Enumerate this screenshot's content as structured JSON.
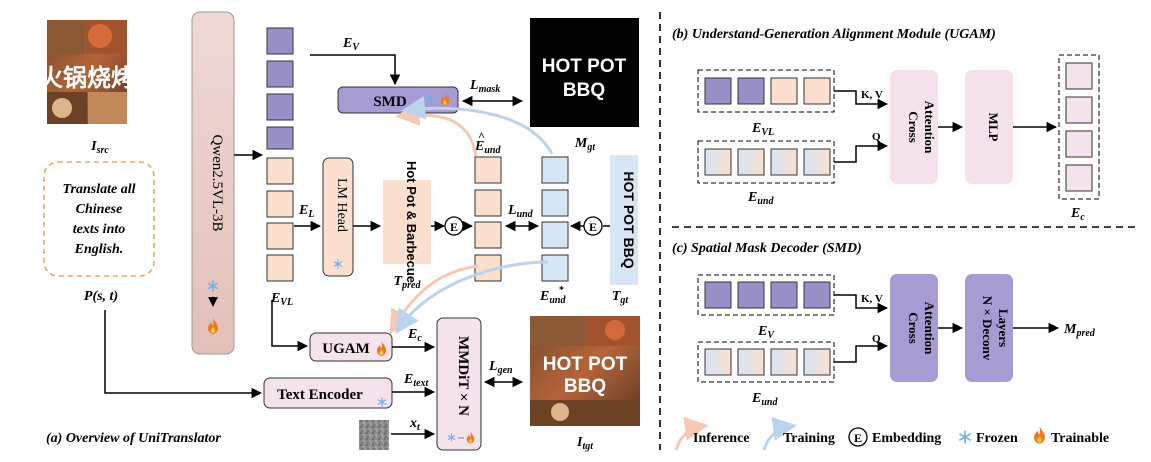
{
  "panel_a": {
    "caption": "(a) Overview of UniTranslator",
    "src_image": {
      "chinese_title": "火锅烧烤",
      "label": "I",
      "label_sub": "src"
    },
    "prompt": {
      "text_lines": [
        "Translate all",
        "Chinese",
        "texts into",
        "English."
      ],
      "label": "P(s, t)"
    },
    "qwen": {
      "label": "Qwen2.5VL-3B"
    },
    "evl_label": "E",
    "evl_sub": "VL",
    "ev_label": "E",
    "ev_sub": "V",
    "el_label": "E",
    "el_sub": "L",
    "smd_label": "SMD",
    "lmask_label": "L",
    "lmask_sub": "mask",
    "mask_gt": {
      "line1": "HOT POT",
      "line2": "BBQ",
      "label": "M",
      "label_sub": "gt"
    },
    "lm_head_label": "LM Head",
    "tpred": {
      "text": "Hot Pot & Barbecue",
      "label": "T",
      "label_sub": "pred"
    },
    "e_symbol": "E",
    "eund_hat_label": "E",
    "eund_hat_sub": "und",
    "lund_label": "L",
    "lund_sub": "und",
    "eund_star_label": "E",
    "eund_star_sub": "und",
    "tgt_text": {
      "text": "HOT POT BBQ",
      "label": "T",
      "label_sub": "gt"
    },
    "ugam_label": "UGAM",
    "ec_label": "E",
    "ec_sub": "c",
    "text_encoder_label": "Text Encoder",
    "etext_label": "E",
    "etext_sub": "text",
    "xt_label": "x",
    "xt_sub": "t",
    "mmdit_label": "MMDiT × N",
    "lgen_label": "L",
    "lgen_sub": "gen",
    "tgt_image": {
      "line1": "HOT POT",
      "line2": "BBQ",
      "label": "I",
      "label_sub": "tgt"
    }
  },
  "panel_b": {
    "title": "(b) Understand-Generation Alignment Module (UGAM)",
    "evl_label": "E",
    "evl_sub": "VL",
    "eund_label": "E",
    "eund_sub": "und",
    "kv_label": "K, V",
    "q_label": "Q",
    "cross_attention_line1": "Cross",
    "cross_attention_line2": "Attention",
    "mlp_label": "MLP",
    "ec_label": "E",
    "ec_sub": "c"
  },
  "panel_c": {
    "title": "(c) Spatial Mask Decoder (SMD)",
    "ev_label": "E",
    "ev_sub": "V",
    "eund_label": "E",
    "eund_sub": "und",
    "kv_label": "K, V",
    "q_label": "Q",
    "cross_attention_line1": "Cross",
    "cross_attention_line2": "Attention",
    "deconv_line1": "N × Deconv",
    "deconv_line2": "Layers",
    "mpred_label": "M",
    "mpred_sub": "pred"
  },
  "legend": {
    "inference": "Inference",
    "training": "Training",
    "embedding_symbol": "E",
    "embedding": "Embedding",
    "frozen": "Frozen",
    "trainable": "Trainable"
  },
  "colors": {
    "purple_token": "#9a90c8",
    "peach_token": "#fbe0cf",
    "blue_token": "#d6e6f5",
    "pink_module": "#f4e2ec",
    "lavender_module": "#a89bd4",
    "qwen_fill": "#e8cbc6",
    "inference_arrow": "#f6c9b5",
    "training_arrow": "#bcd3ee",
    "flame": "#f07a1c",
    "snowflake": "#6fb0e6"
  }
}
